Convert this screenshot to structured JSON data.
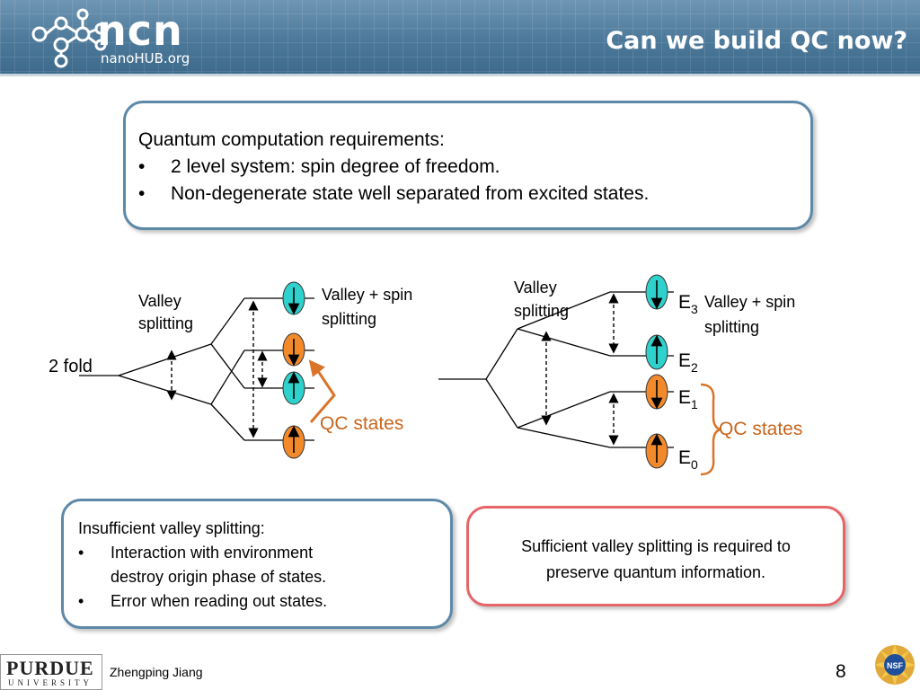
{
  "header": {
    "logo_text": "ncn",
    "logo_sub": "nanoHUB.org",
    "title": "Can we build QC now?"
  },
  "requirements": {
    "heading": "Quantum computation requirements:",
    "bullets": [
      "2 level system: spin degree of freedom.",
      "Non-degenerate state well separated from excited states."
    ]
  },
  "left_diagram": {
    "valley_line1": "Valley",
    "valley_line2": "splitting",
    "spin_line1": "Valley + spin",
    "spin_line2": "splitting",
    "fold_label": "2 fold",
    "qc_label": "QC states"
  },
  "right_diagram": {
    "valley_line1": "Valley",
    "valley_line2": "splitting",
    "spin_line1": "Valley + spin",
    "spin_line2": "splitting",
    "levels": [
      {
        "letter": "E",
        "sub": "3"
      },
      {
        "letter": "E",
        "sub": "2"
      },
      {
        "letter": "E",
        "sub": "1"
      },
      {
        "letter": "E",
        "sub": "0"
      }
    ],
    "qc_label": "QC states"
  },
  "insufficient": {
    "heading": "Insufficient valley splitting:",
    "bullet1_line1": "Interaction with environment",
    "bullet1_line2": "destroy origin phase of states.",
    "bullet2": "Error when reading out states."
  },
  "sufficient": {
    "line1": "Sufficient valley splitting is required to",
    "line2": "preserve quantum information."
  },
  "footer": {
    "purdue": "PURDUE",
    "university": "UNIVERSITY",
    "author": "Zhengping Jiang",
    "page": "8",
    "nsf": "NSF"
  },
  "colors": {
    "header": "#4c7899",
    "box_border": "#5d89a8",
    "red_border": "#e56569",
    "orange": "#f28a2c",
    "teal": "#2fd1cd",
    "qc_text": "#c8661b"
  }
}
